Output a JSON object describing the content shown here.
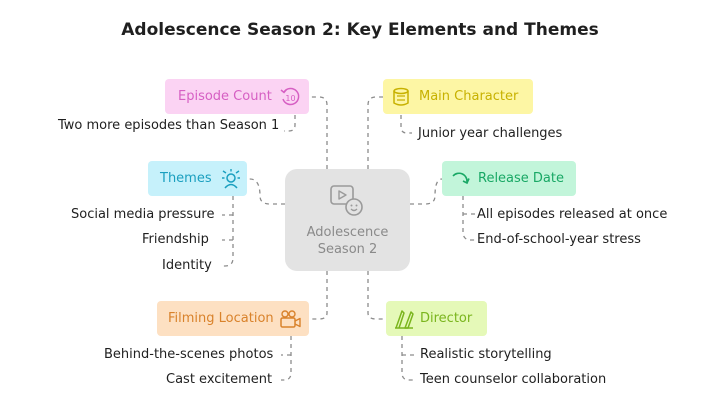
{
  "title": "Adolescence Season 2: Key Elements and Themes",
  "center": {
    "line1": "Adolescence",
    "line2": "Season 2"
  },
  "nodes": {
    "episode_count": {
      "label": "Episode Count",
      "icon": "number-ten-rotate-icon",
      "color": "#d65fc3",
      "fill": "#fbd3f3"
    },
    "main_character": {
      "label": "Main Character",
      "icon": "cylinder-stack-icon",
      "color": "#c7b100",
      "fill": "#fdf6a4"
    },
    "themes": {
      "label": "Themes",
      "icon": "person-highlight-icon",
      "color": "#1a9fbf",
      "fill": "#c6f1fb"
    },
    "release_date": {
      "label": "Release Date",
      "icon": "curved-arrow-icon",
      "color": "#19a865",
      "fill": "#c2f5da"
    },
    "filming_location": {
      "label": "Filming Location",
      "icon": "movie-camera-icon",
      "color": "#d9822b",
      "fill": "#fde0c2"
    },
    "director": {
      "label": "Director",
      "icon": "director-tools-icon",
      "color": "#7ab51d",
      "fill": "#e5f9b8"
    }
  },
  "leaves": {
    "episode_count": [
      "Two more episodes than Season 1"
    ],
    "main_character": [
      "Junior year challenges"
    ],
    "themes": [
      "Social media pressure",
      "Friendship",
      "Identity"
    ],
    "release_date": [
      "All episodes released at once",
      "End-of-school-year stress"
    ],
    "filming_location": [
      "Behind-the-scenes photos",
      "Cast excitement"
    ],
    "director": [
      "Realistic storytelling",
      "Teen counselor collaboration"
    ]
  }
}
